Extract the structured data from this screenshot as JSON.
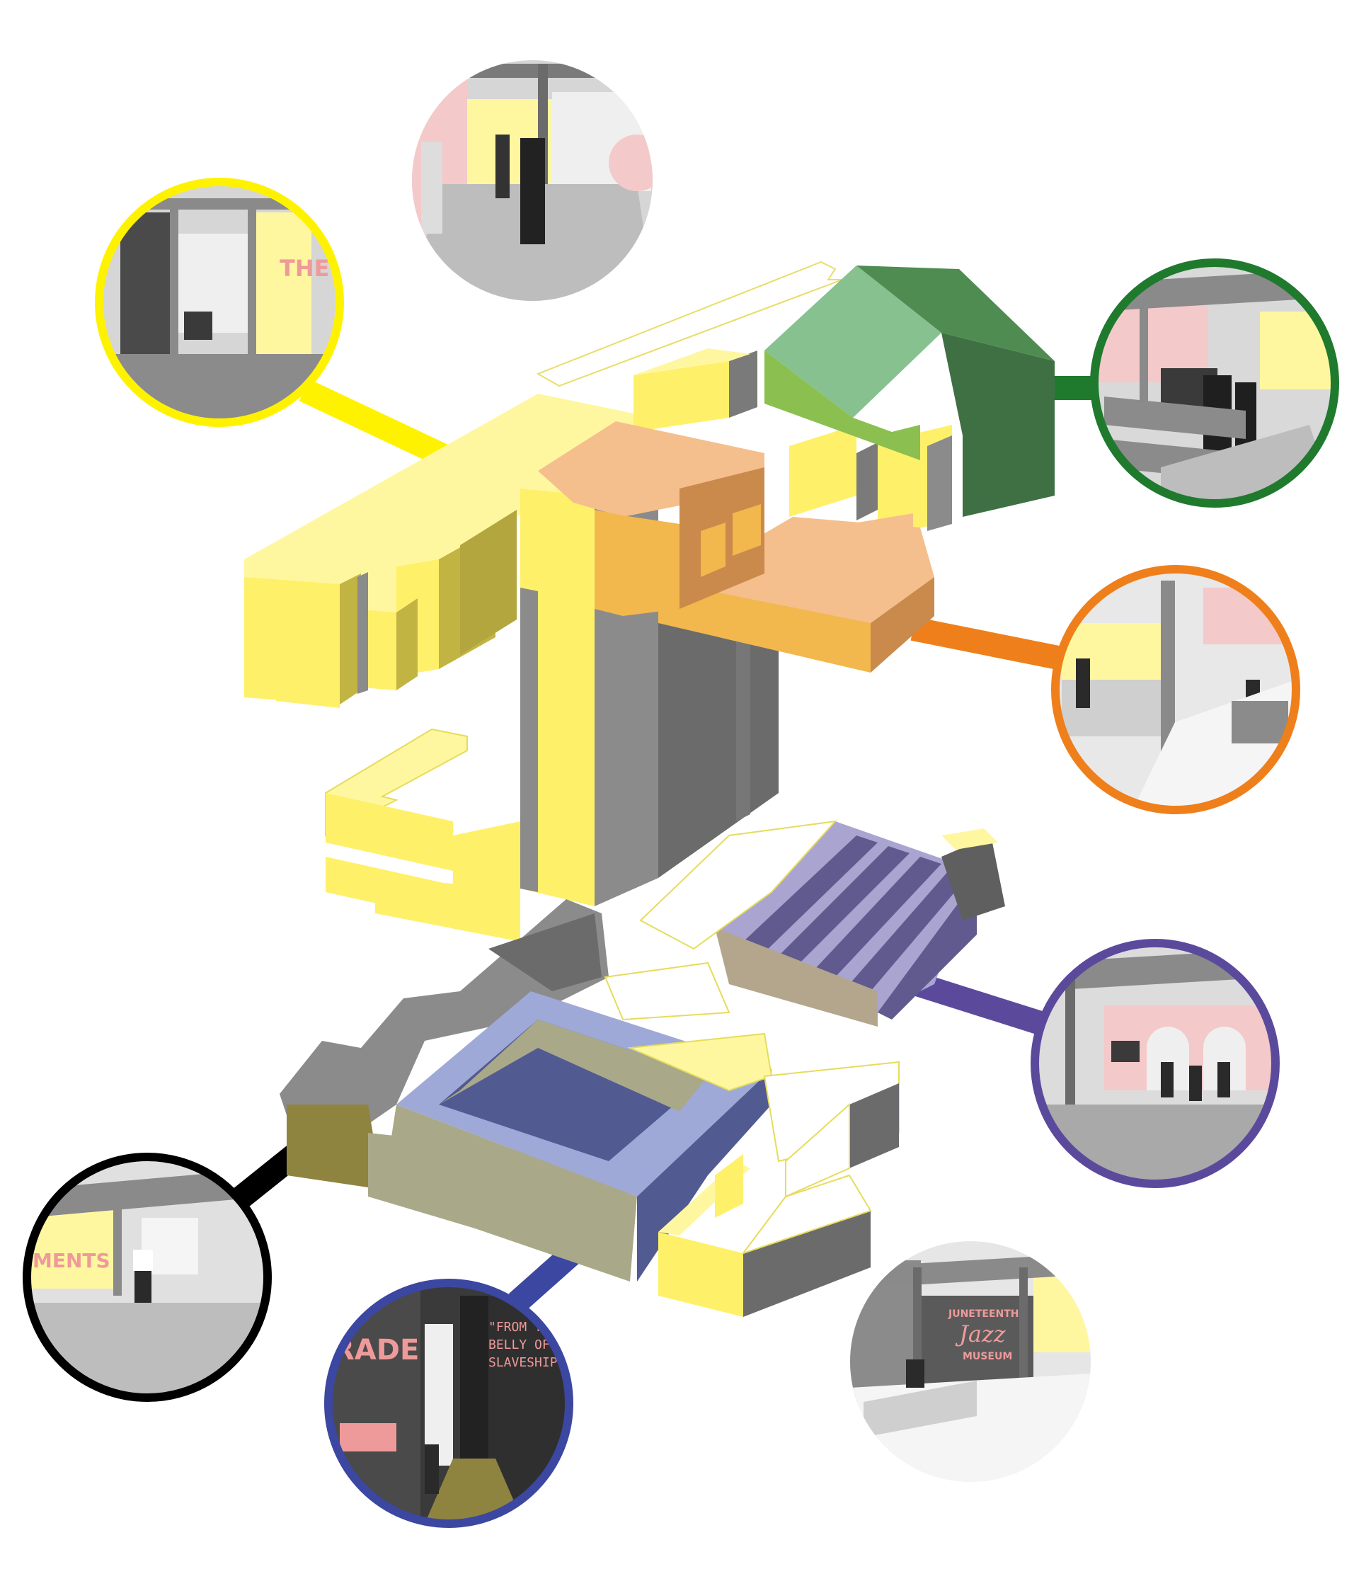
{
  "palette": {
    "yellow": "#fff06a",
    "yellow_light": "#fff7a0",
    "yellow_dark": "#c2b443",
    "olive": "#8f8340",
    "gray": "#8b8b8b",
    "gray_dark": "#5f5f5f",
    "green": "#4f8c52",
    "green_dark": "#3f7044",
    "green_light": "#86c18f",
    "green_lime": "#8bbf4f",
    "orange": "#f4bf8c",
    "orange_mid": "#f2b74d",
    "orange_dark": "#c98a4c",
    "purple": "#aaa4d1",
    "purple_dark": "#615a8e",
    "tan": "#b3a68c",
    "blue": "#9ea9d8",
    "blue_dark": "#525a92",
    "khaki": "#a9a98a",
    "pink": "#f4c9c9",
    "callout_yellow": "#fff200",
    "callout_green": "#1f7a2e",
    "callout_orange": "#ef7f1a",
    "callout_purple": "#5b4a9c",
    "callout_black": "#000000",
    "callout_blue": "#3b47a0"
  },
  "vignettes": [
    {
      "id": "top-center",
      "border": "none",
      "scene": "gallery with pink wall and visitors walking"
    },
    {
      "id": "top-left",
      "border": "yellow",
      "scene": "corridor gallery",
      "wall_text": "THE TR"
    },
    {
      "id": "right-green",
      "border": "green",
      "scene": "hall with pews and dancers"
    },
    {
      "id": "right-orange",
      "border": "orange",
      "scene": "glazed lobby with visitors"
    },
    {
      "id": "right-purple",
      "border": "purple",
      "scene": "arched pink gallery with dancers"
    },
    {
      "id": "bottom-left-black",
      "border": "black",
      "scene": "exhibit hall",
      "wall_text": "MENTS"
    },
    {
      "id": "bottom-blue",
      "border": "blue",
      "scene": "dark exhibit corridor",
      "wall_text": "RADE",
      "quote": [
        "\"FROM THE",
        "BELLY OF THE",
        "SLAVESHIP\""
      ]
    },
    {
      "id": "bottom-right",
      "border": "none",
      "scene": "museum entrance",
      "sign": [
        "JUNETEENTH",
        "Jazz",
        "MUSEUM"
      ]
    }
  ]
}
